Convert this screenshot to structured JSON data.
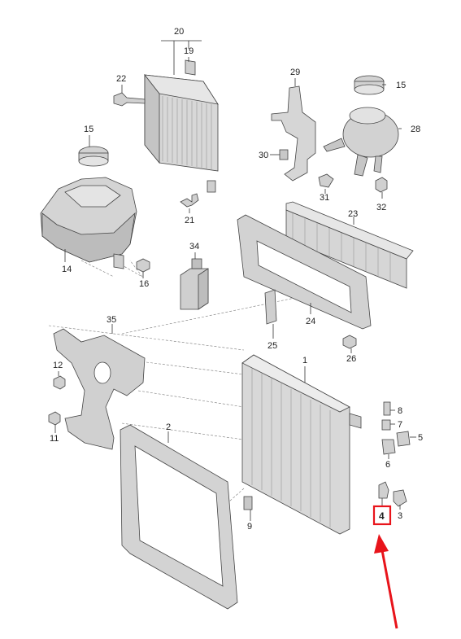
{
  "labels": {
    "l1": "1",
    "l2": "2",
    "l3": "3",
    "l4": "4",
    "l5": "5",
    "l6": "6",
    "l7": "7",
    "l8": "8",
    "l9": "9",
    "l11": "11",
    "l12": "12",
    "l14": "14",
    "l15a": "15",
    "l15b": "15",
    "l16": "16",
    "l19": "19",
    "l20": "20",
    "l21": "21",
    "l22": "22",
    "l23": "23",
    "l24": "24",
    "l25": "25",
    "l26": "26",
    "l28": "28",
    "l29": "29",
    "l30": "30",
    "l31": "31",
    "l32": "32",
    "l34": "34",
    "l35": "35"
  },
  "highlight": {
    "part": "4",
    "box_color": "#e8141b",
    "arrow_color": "#e8141b"
  },
  "colors": {
    "part_fill": "#d9d9d9",
    "part_shade": "#bdbdbd",
    "line": "#444444"
  }
}
